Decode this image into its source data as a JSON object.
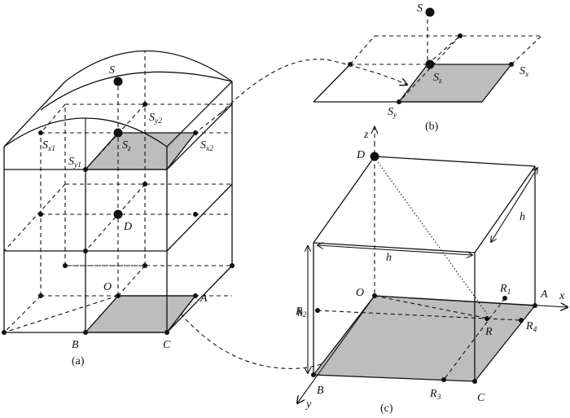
{
  "labels": {
    "a_S": "S",
    "a_Sy2_main": "S",
    "a_Sy2_sub": "y2",
    "a_Sx1_main": "S",
    "a_Sx1_sub": "x1",
    "a_Sz_main": "S",
    "a_Sz_sub": "z",
    "a_Sx2_main": "S",
    "a_Sx2_sub": "x2",
    "a_Sy1_main": "S",
    "a_Sy1_sub": "y1",
    "a_D": "D",
    "a_O": "O",
    "a_A": "A",
    "a_B": "B",
    "a_C": "C",
    "b_S": "S",
    "b_Sz_main": "S",
    "b_Sz_sub": "z",
    "b_Sx_main": "S",
    "b_Sx_sub": "x",
    "b_Sy_main": "S",
    "b_Sy_sub": "y",
    "c_z": "z",
    "c_D": "D",
    "c_h_right": "h",
    "c_h_top": "h",
    "c_h_left": "h",
    "c_O": "O",
    "c_R1_main": "R",
    "c_R1_sub": "1",
    "c_A": "A",
    "c_x": "x",
    "c_R2_main": "R",
    "c_R2_sub": "2",
    "c_R": "R",
    "c_R4_main": "R",
    "c_R4_sub": "4",
    "c_B": "B",
    "c_R3_main": "R",
    "c_R3_sub": "3",
    "c_C": "C",
    "c_y": "y"
  },
  "captions": {
    "a": "(a)",
    "b": "(b)",
    "c": "(c)"
  }
}
